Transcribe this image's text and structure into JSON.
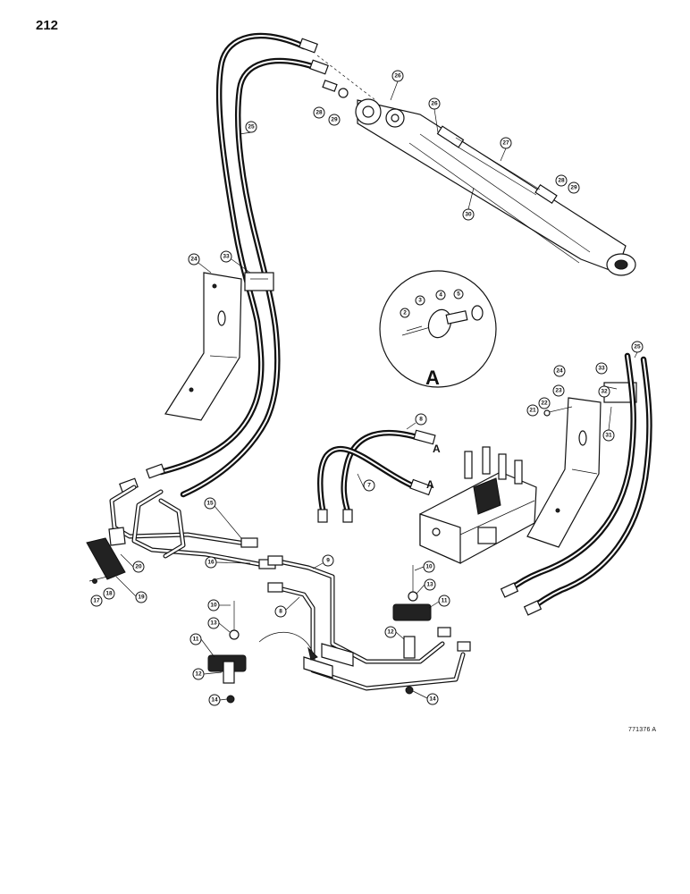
{
  "page_number": "212",
  "figure_code": "771376 A",
  "detail_view_letter": "A",
  "port_labels": [
    "A",
    "A"
  ],
  "callouts": {
    "c1": "26",
    "c2": "28",
    "c3": "29",
    "c4": "26",
    "c5": "25",
    "c6": "27",
    "c7": "28",
    "c8": "29",
    "c9": "30",
    "c10": "24",
    "c11": "33",
    "c12": "2",
    "c13": "3",
    "c14": "4",
    "c15": "5",
    "c16": "24",
    "c17": "23",
    "c18": "22",
    "c19": "21",
    "c20": "32",
    "c21": "31",
    "c22": "33",
    "c23": "25",
    "c24": "8",
    "c25": "7",
    "c26": "15",
    "c27": "16",
    "c28": "20",
    "c29": "17",
    "c30": "18",
    "c31": "19",
    "c32": "9",
    "c33": "8",
    "c34": "10",
    "c35": "13",
    "c36": "11",
    "c37": "10",
    "c38": "13",
    "c39": "11",
    "c40": "12",
    "c41": "12",
    "c42": "14",
    "c43": "14"
  }
}
